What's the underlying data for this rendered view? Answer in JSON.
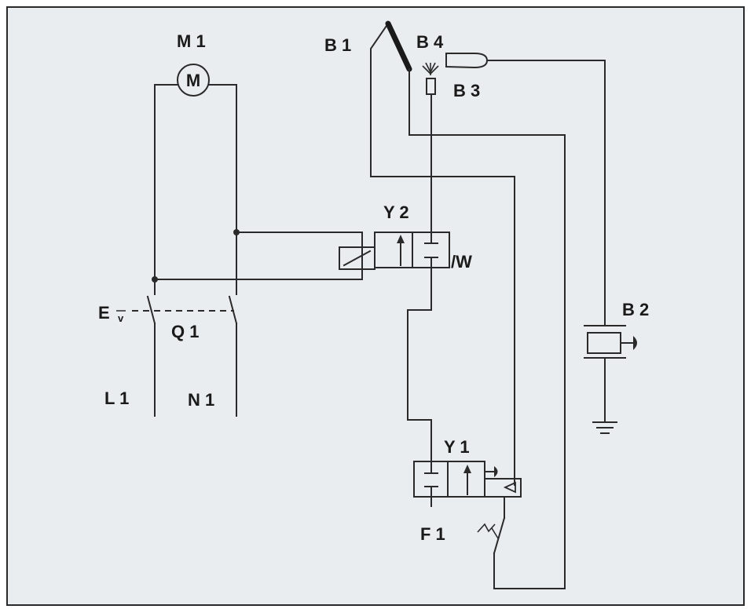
{
  "colors": {
    "background": "#e9edef",
    "line": "#2a2a2a",
    "border": "#2a2a2a"
  },
  "labels": {
    "m1": "M 1",
    "motor": "M",
    "b1": "B 1",
    "b4": "B 4",
    "b3": "B 3",
    "y2": "Y 2",
    "w": "/W",
    "ev_e": "E",
    "ev_v": "v",
    "q1": "Q 1",
    "l1": "L 1",
    "n1": "N 1",
    "b2": "B 2",
    "y1": "Y 1",
    "f1": "F 1"
  }
}
